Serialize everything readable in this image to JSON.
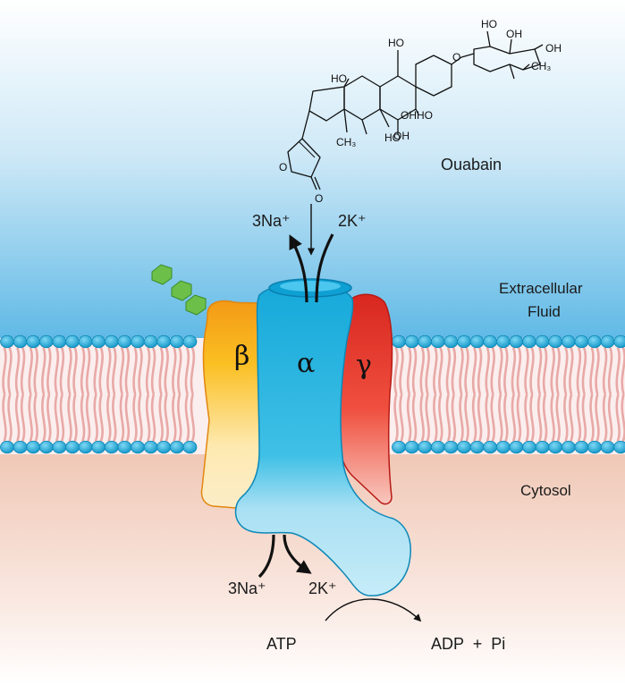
{
  "labels": {
    "ouabain": "Ouabain",
    "extracellular_line1": "Extracellular",
    "extracellular_line2": "Fluid",
    "cytosol": "Cytosol",
    "top_na": "3Na⁺",
    "top_k": "2K⁺",
    "bottom_na": "3Na⁺",
    "bottom_k": "2K⁺",
    "atp": "ATP",
    "adp_pi": "ADP  +  Pi"
  },
  "subunits": {
    "alpha": "α",
    "beta": "β",
    "gamma": "γ"
  },
  "molecule_labels": {
    "ho_top": "HO",
    "oh_top": "OH",
    "ho_ring": "HO",
    "oh_right": "OH",
    "ch3_sugar": "CH₃",
    "o_glyco": "O",
    "ho_c14": "HO",
    "ho_c11": "HO",
    "ho_side": "HO",
    "oh_side": "OH",
    "ch3_steroid": "CH₃",
    "oh_c11": "OH",
    "o_ring": "O",
    "o_keto": "O"
  },
  "colors": {
    "extracellular_top": "#ffffff",
    "extracellular_bottom": "#5fb9e6",
    "cytosol_top": "#f3cfbf",
    "cytosol_bottom": "#ffffff",
    "alpha": "#1fb3e0",
    "beta": "#f6a21b",
    "gamma": "#e63b2e",
    "lipid_head": "#19a9d9",
    "lipid_tail": "#e8a9a6",
    "glycan": "#6cc04a"
  }
}
